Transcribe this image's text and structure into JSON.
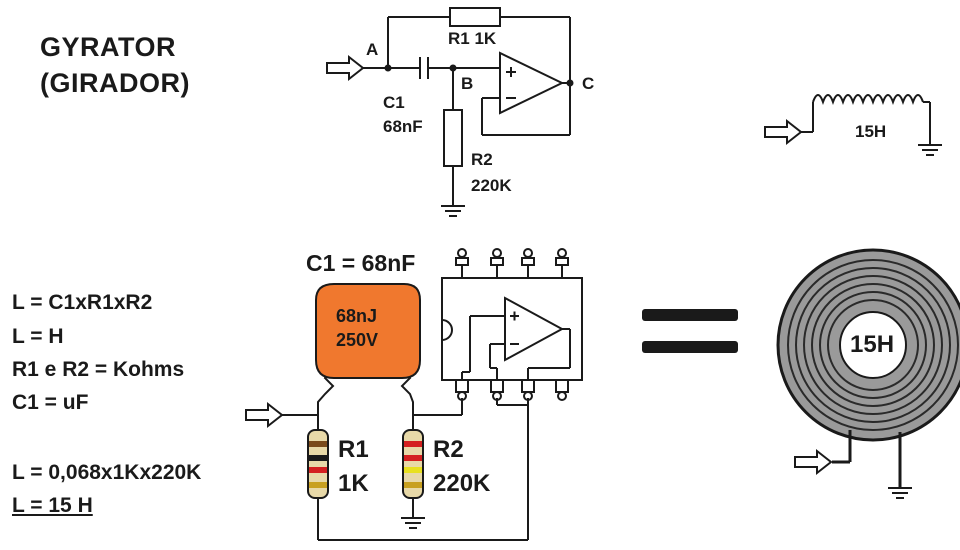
{
  "title": {
    "line1": "GYRATOR",
    "line2": "(GIRADOR)"
  },
  "schematic": {
    "node_a": "A",
    "node_b": "B",
    "node_c": "C",
    "r1_label": "R1 1K",
    "c1_name": "C1",
    "c1_value": "68nF",
    "r2_name": "R2",
    "r2_value": "220K"
  },
  "inductor_symbol": {
    "value": "15H"
  },
  "breadboard": {
    "cap_heading": "C1 = 68nF",
    "cap_marking_1": "68nJ",
    "cap_marking_2": "250V",
    "r1_name": "R1",
    "r1_value": "1K",
    "r2_name": "R2",
    "r2_value": "220K"
  },
  "formulas": {
    "line1": "L = C1xR1xR2",
    "line2": "L = H",
    "line3": "R1 e R2 = Kohms",
    "line4": "C1 = uF",
    "line5": "L = 0,068x1Kx220K",
    "line6": "L = 15 H"
  },
  "equals_sign": "=",
  "toroid": {
    "value": "15H"
  },
  "colors": {
    "capacitor": "#f0782e",
    "ink": "#1a1a1a",
    "toroid_core": "#9a9a9a"
  }
}
